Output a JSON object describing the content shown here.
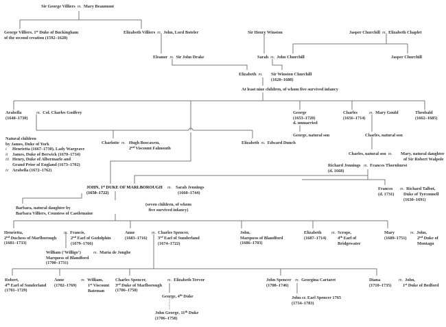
{
  "title": "Family tree of John, 1st Duke of Marlborough",
  "marriage_symbol": "m.",
  "colors": {
    "line": "#777777",
    "text": "#333333",
    "background": "#ffffff"
  },
  "people": {
    "george_villiers_sr": "Sir George Villiers",
    "mary_beaumont": "Mary Beaumont",
    "george_villiers_duke": {
      "name": "George Villiers, 1st Duke of Buckingham",
      "line2": "of the second creation (1592–1628)"
    },
    "elizabeth_villiers": "Elizabeth Villiers",
    "lord_boteler": "John, Lord Boteler",
    "eleanor": "Eleanor",
    "john_drake": "Sir John Drake",
    "henry_winston": "Sir Henry Winston",
    "jasper_churchill_sr": "Jasper Churchill",
    "elizabeth_chaplet": "Elizabeth Chaplet",
    "sarah": "Sarah",
    "john_churchill_sr": "John Churchill",
    "jasper_churchill_jr": "Jasper Churchill",
    "elizabeth_drake": "Elizabeth",
    "winston_churchill": {
      "name": "Sir Winston Churchill",
      "dates": "(1620–1688)"
    },
    "nine_children": "At least nine children, of whom five survived infancy",
    "arabella": {
      "name": "Arabella",
      "dates": "(1648–1730)"
    },
    "charles_godfrey": "Col. Charles Godfrey",
    "natural_children": {
      "heading1": "Natural children",
      "heading2": "by James, Duke of York",
      "items": [
        {
          "num": "i",
          "text": "Henrietta (1667–1730), Lady Wargrave"
        },
        {
          "num": "ii",
          "text": "James, Duke of Berwick (1670–1734)"
        },
        {
          "num": "iii",
          "text": "Henry, Duke of Albermarle and"
        },
        {
          "num": "",
          "text": "Grand Prior of England (1673–1702)"
        },
        {
          "num": "iv",
          "text": "Arabella (1672–1762)"
        }
      ]
    },
    "charlotte": "Charlotte",
    "hugh_boscawen": {
      "name": "Hugh Boscawen,",
      "line2": "2nd Viscount Falmouth"
    },
    "elizabeth_dunch": "Elizabeth",
    "edward_dunch": "Edward Dunch",
    "george_b": {
      "name": "George",
      "dates": "(1653–1720)",
      "note": "d. unmarried"
    },
    "george_natural": "George, natural son",
    "charles_b": {
      "name": "Charles",
      "dates": "(1656–1714)"
    },
    "mary_gould": "Mary Gould",
    "charles_natural": "Charles, natural son",
    "charles_natural2": "Charles, natural son",
    "mary_walpole": {
      "name": "Mary, natural daughter",
      "line2": "of Sir Robert Walpole"
    },
    "theobald": {
      "name": "Theobald",
      "dates": "(1662–1685)"
    },
    "richard_jennings": {
      "name": "Richard Jennings",
      "dates": "(d. 1668)"
    },
    "frances_thornhurst": "Frances Thornhurst",
    "john_marlborough": {
      "name": "JOHN, 1st DUKE OF MARLBOROUGH",
      "dates": "(1650–1722)"
    },
    "sarah_jennings": {
      "name": "Sarah Jennings",
      "dates": "(1660–1744)"
    },
    "frances_j": {
      "name": "Frances",
      "dates": "(d. 1731)"
    },
    "richard_talbot": {
      "name": "Richard Talbot,",
      "line2": "Duke of Tyrconnell",
      "dates": "(1630–1691)"
    },
    "barbara": {
      "name": "Barbara, natural daughter by",
      "line2": "Barbara Villiers, Countess of Castlemaine"
    },
    "seven_children": {
      "line1": "(seven children, of whom",
      "line2": "five survived infancy)"
    },
    "henrietta": {
      "name": "Henrietta,",
      "line2": "2nd Duchess of Marlborough",
      "dates": "(1681–1733)"
    },
    "francis_godolphin": {
      "name": "Francis,",
      "line2": "2nd Earl of Godolphin",
      "dates": "(1679–1766)"
    },
    "william_willigo": {
      "name": "William (‘Willigo’)",
      "line2": "Marquess of Blandford",
      "dates": "(1700–1731)"
    },
    "maria_jonghe": "Maria de Jonghe",
    "anne": {
      "name": "Anne",
      "dates": "(1683–1716)"
    },
    "charles_spencer_3": {
      "name": "Charles Spencer,",
      "line2": "3rd Earl of Sunderland",
      "dates": "(1674–1722)"
    },
    "john_blandford": {
      "name": "John,",
      "line2": "Marquess of Blandford",
      "dates": "(1686–1703)"
    },
    "elizabeth_m": {
      "name": "Elizabeth",
      "dates": "(1687–1714)"
    },
    "scrope": {
      "name": "Scrope,",
      "line2": "4th Earl of",
      "line3": "Bridgewater"
    },
    "mary_m": {
      "name": "Mary",
      "dates": "(1689–1751)"
    },
    "john_montagu": {
      "name": "John,",
      "line2": "2nd Duke of",
      "line3": "Montagu"
    },
    "robert": {
      "name": "Robert,",
      "line2": "4th Earl of Sunderland",
      "dates": "(1701–1729)"
    },
    "anne_s": {
      "name": "Anne",
      "dates": "(1702–1769)"
    },
    "william_bateman": {
      "name": "William,",
      "line2": "1st Viscount",
      "line3": "Bateman"
    },
    "charles_spencer_dm": {
      "name": "Charles Spencer,",
      "line2": "3rd Duke of Marlborough",
      "dates": "(1706–1758)"
    },
    "elizabeth_trevor": "Elizabeth Trevor",
    "george_4th": "George, 4th Duke",
    "john_george_11th": {
      "name": "John George, 11th Duke",
      "dates": "(1706–1758)"
    },
    "john_spencer": {
      "name": "John Spencer",
      "dates": "(1708–1746)"
    },
    "georgina_cartaret": "Georgina Cartaret",
    "john_earl_spencer": {
      "name": "John cr. Earl Spencer 1765",
      "dates": "(1734–1783)"
    },
    "diana": {
      "name": "Diana",
      "dates": "(1710–1735)"
    },
    "john_bedford": {
      "name": "John,",
      "line2": "1st Duke of Bedford"
    }
  }
}
